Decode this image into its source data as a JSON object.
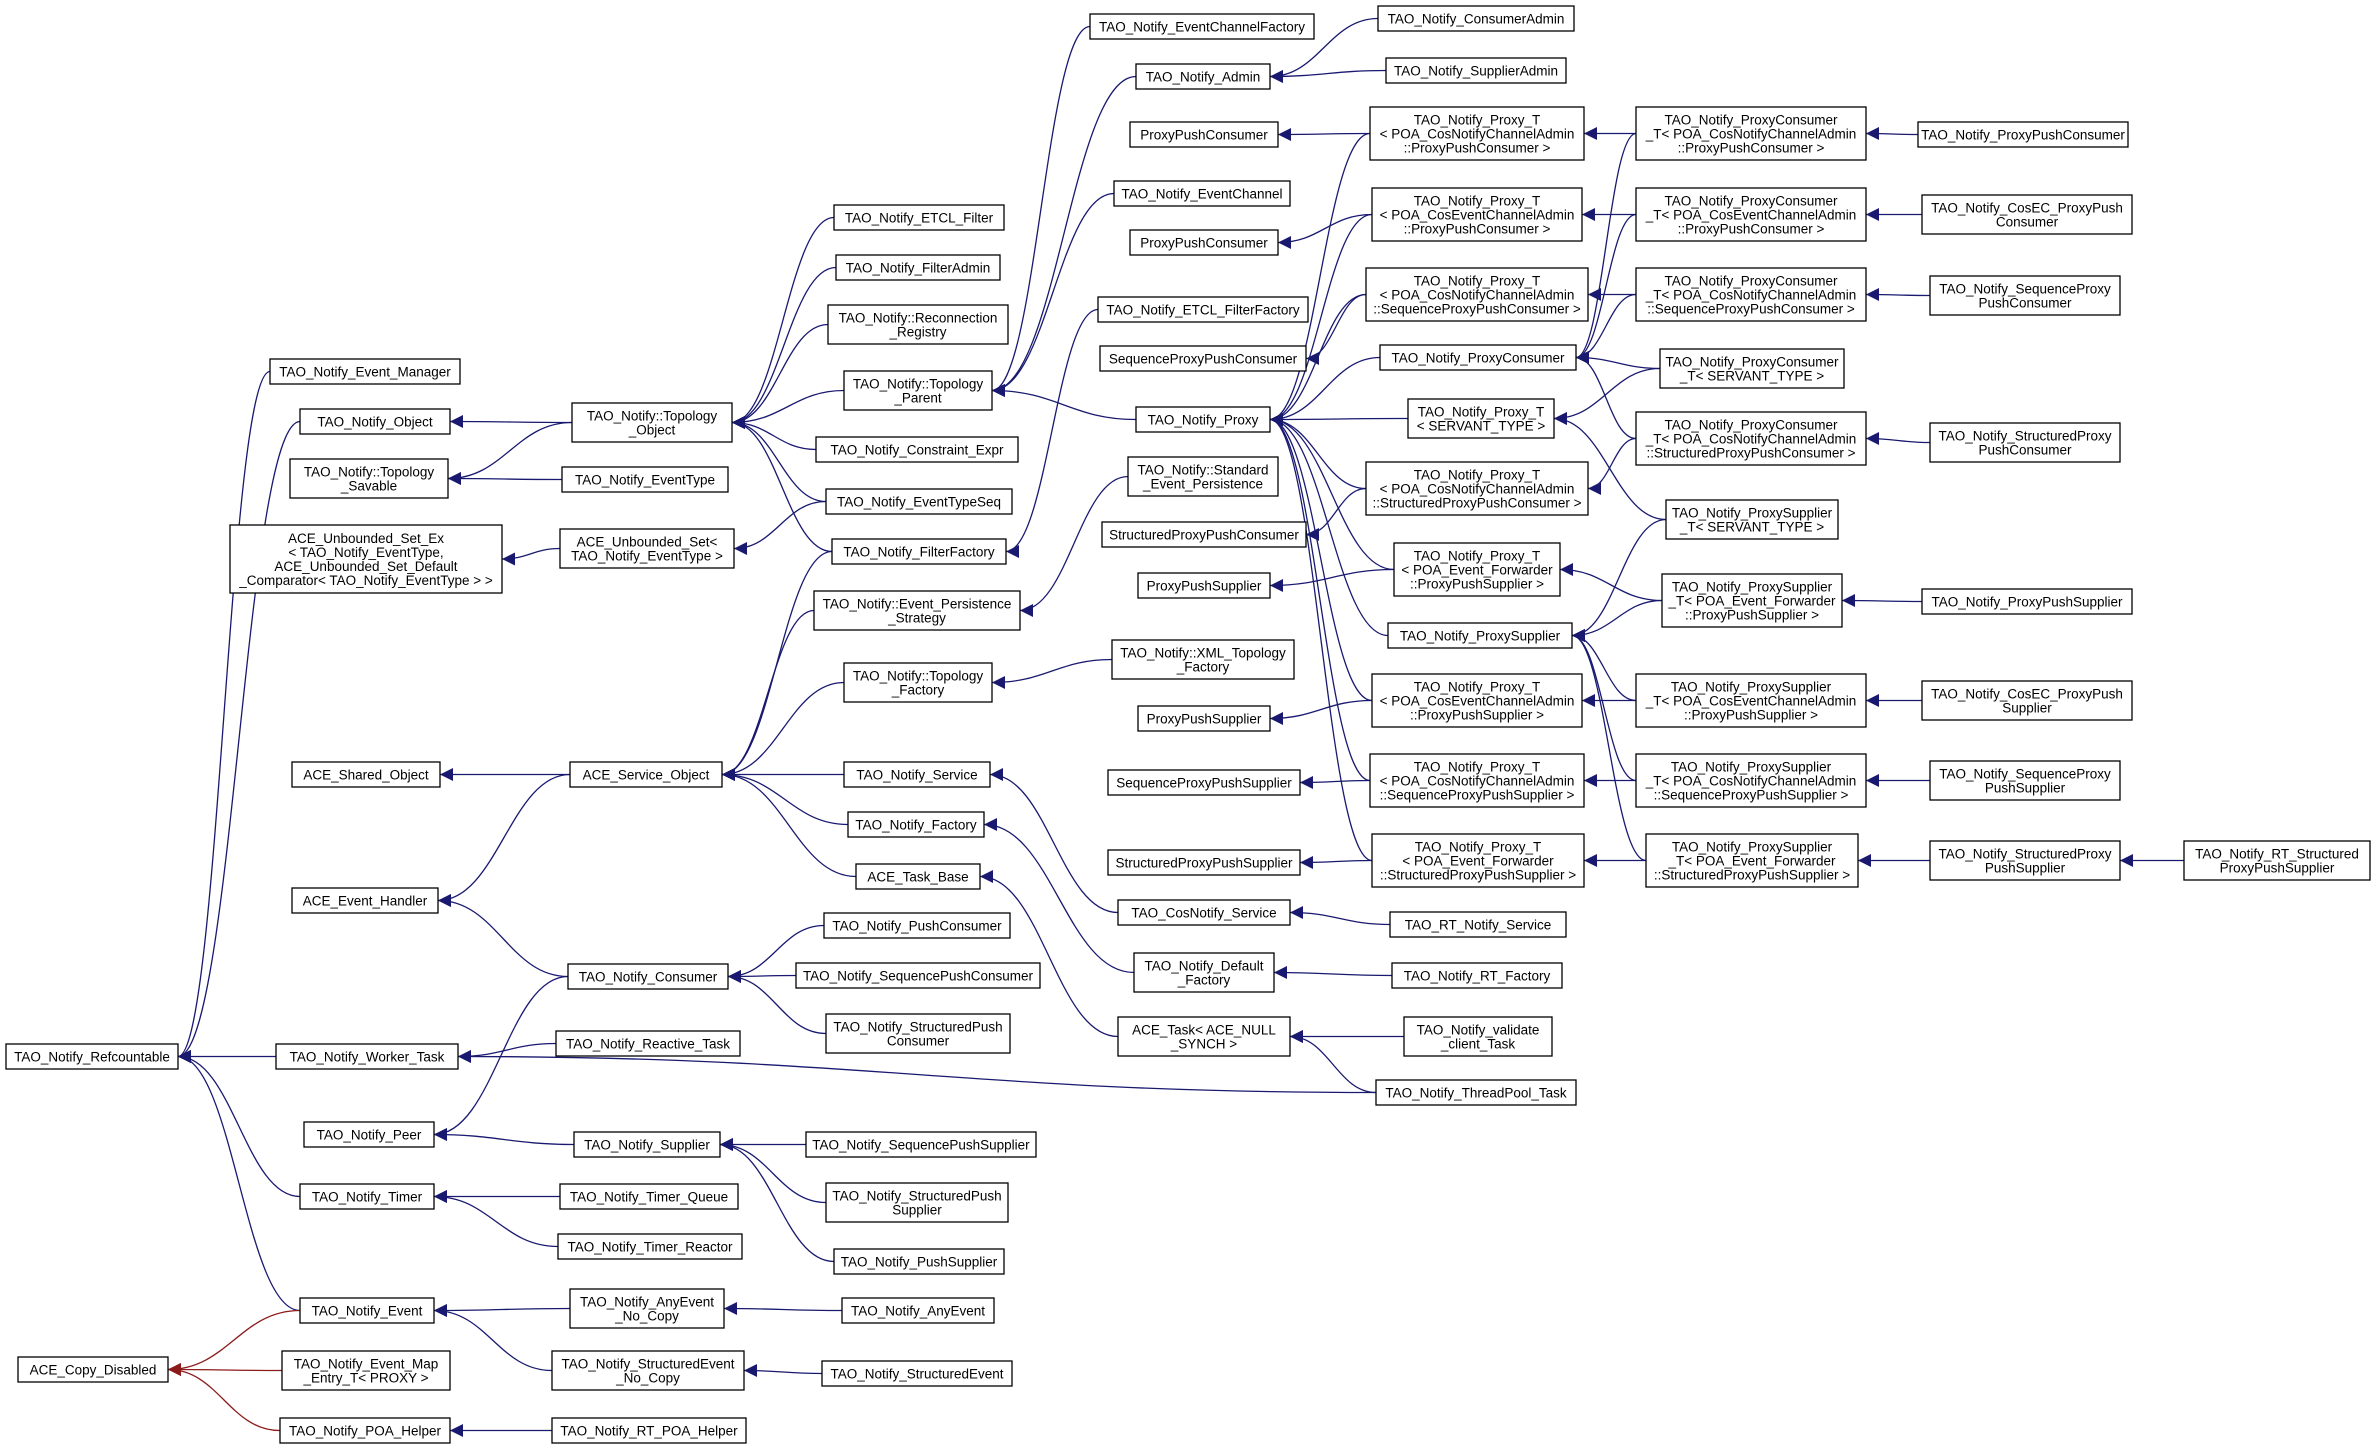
{
  "colors": {
    "inherit": "#191970",
    "private": "#8b1a1a",
    "node_border": "#000000",
    "background": "#ffffff"
  },
  "nodes": [
    {
      "id": "refcountable",
      "lines": [
        "TAO_Notify_Refcountable"
      ]
    },
    {
      "id": "copy_disabled",
      "lines": [
        "ACE_Copy_Disabled"
      ]
    },
    {
      "id": "event_manager",
      "lines": [
        "TAO_Notify_Event_Manager"
      ]
    },
    {
      "id": "object",
      "lines": [
        "TAO_Notify_Object"
      ]
    },
    {
      "id": "topology_savable",
      "lines": [
        "TAO_Notify::Topology",
        "_Savable"
      ]
    },
    {
      "id": "unbounded_set_ex",
      "lines": [
        "ACE_Unbounded_Set_Ex",
        "< TAO_Notify_EventType,",
        " ACE_Unbounded_Set_Default",
        "_Comparator< TAO_Notify_EventType > >"
      ]
    },
    {
      "id": "shared_object",
      "lines": [
        "ACE_Shared_Object"
      ]
    },
    {
      "id": "event_handler",
      "lines": [
        "ACE_Event_Handler"
      ]
    },
    {
      "id": "worker_task",
      "lines": [
        "TAO_Notify_Worker_Task"
      ]
    },
    {
      "id": "peer",
      "lines": [
        "TAO_Notify_Peer"
      ]
    },
    {
      "id": "timer",
      "lines": [
        "TAO_Notify_Timer"
      ]
    },
    {
      "id": "event",
      "lines": [
        "TAO_Notify_Event"
      ]
    },
    {
      "id": "event_map_entry",
      "lines": [
        "TAO_Notify_Event_Map",
        "_Entry_T< PROXY >"
      ]
    },
    {
      "id": "poa_helper",
      "lines": [
        "TAO_Notify_POA_Helper"
      ]
    },
    {
      "id": "topology_object",
      "lines": [
        "TAO_Notify::Topology",
        "_Object"
      ]
    },
    {
      "id": "eventtype",
      "lines": [
        "TAO_Notify_EventType"
      ]
    },
    {
      "id": "unbounded_set",
      "lines": [
        "ACE_Unbounded_Set<",
        " TAO_Notify_EventType >"
      ]
    },
    {
      "id": "service_object",
      "lines": [
        "ACE_Service_Object"
      ]
    },
    {
      "id": "consumer",
      "lines": [
        "TAO_Notify_Consumer"
      ]
    },
    {
      "id": "reactive_task",
      "lines": [
        "TAO_Notify_Reactive_Task"
      ]
    },
    {
      "id": "supplier",
      "lines": [
        "TAO_Notify_Supplier"
      ]
    },
    {
      "id": "timer_queue",
      "lines": [
        "TAO_Notify_Timer_Queue"
      ]
    },
    {
      "id": "timer_reactor",
      "lines": [
        "TAO_Notify_Timer_Reactor"
      ]
    },
    {
      "id": "anyevent_nocopy",
      "lines": [
        "TAO_Notify_AnyEvent",
        "_No_Copy"
      ]
    },
    {
      "id": "structuredevent_nocopy",
      "lines": [
        "TAO_Notify_StructuredEvent",
        "_No_Copy"
      ]
    },
    {
      "id": "rt_poa_helper",
      "lines": [
        "TAO_Notify_RT_POA_Helper"
      ]
    },
    {
      "id": "etcl_filter",
      "lines": [
        "TAO_Notify_ETCL_Filter"
      ]
    },
    {
      "id": "filteradmin",
      "lines": [
        "TAO_Notify_FilterAdmin"
      ]
    },
    {
      "id": "reconnection_registry",
      "lines": [
        "TAO_Notify::Reconnection",
        "_Registry"
      ]
    },
    {
      "id": "topology_parent",
      "lines": [
        "TAO_Notify::Topology",
        "_Parent"
      ]
    },
    {
      "id": "constraint_expr",
      "lines": [
        "TAO_Notify_Constraint_Expr"
      ]
    },
    {
      "id": "eventtypeseq",
      "lines": [
        "TAO_Notify_EventTypeSeq"
      ]
    },
    {
      "id": "filterfactory",
      "lines": [
        "TAO_Notify_FilterFactory"
      ]
    },
    {
      "id": "event_persistence_strategy",
      "lines": [
        "TAO_Notify::Event_Persistence",
        "_Strategy"
      ]
    },
    {
      "id": "topology_factory",
      "lines": [
        "TAO_Notify::Topology",
        "_Factory"
      ]
    },
    {
      "id": "service",
      "lines": [
        "TAO_Notify_Service"
      ]
    },
    {
      "id": "factory",
      "lines": [
        "TAO_Notify_Factory"
      ]
    },
    {
      "id": "task_base",
      "lines": [
        "ACE_Task_Base"
      ]
    },
    {
      "id": "pushconsumer",
      "lines": [
        "TAO_Notify_PushConsumer"
      ]
    },
    {
      "id": "sequencepushconsumer",
      "lines": [
        "TAO_Notify_SequencePushConsumer"
      ]
    },
    {
      "id": "structuredpushconsumer",
      "lines": [
        "TAO_Notify_StructuredPush",
        "Consumer"
      ]
    },
    {
      "id": "sequencepushsupplier",
      "lines": [
        "TAO_Notify_SequencePushSupplier"
      ]
    },
    {
      "id": "structuredpushsupplier",
      "lines": [
        "TAO_Notify_StructuredPush",
        "Supplier"
      ]
    },
    {
      "id": "pushsupplier",
      "lines": [
        "TAO_Notify_PushSupplier"
      ]
    },
    {
      "id": "anyevent",
      "lines": [
        "TAO_Notify_AnyEvent"
      ]
    },
    {
      "id": "structuredevent",
      "lines": [
        "TAO_Notify_StructuredEvent"
      ]
    },
    {
      "id": "eventchannelfactory",
      "lines": [
        "TAO_Notify_EventChannelFactory"
      ]
    },
    {
      "id": "admin",
      "lines": [
        "TAO_Notify_Admin"
      ]
    },
    {
      "id": "eventchannel",
      "lines": [
        "TAO_Notify_EventChannel"
      ]
    },
    {
      "id": "etcl_filterfactory",
      "lines": [
        "TAO_Notify_ETCL_FilterFactory"
      ]
    },
    {
      "id": "proxy",
      "lines": [
        "TAO_Notify_Proxy"
      ]
    },
    {
      "id": "standard_event_persistence",
      "lines": [
        "TAO_Notify::Standard",
        "_Event_Persistence"
      ]
    },
    {
      "id": "xml_topology_factory",
      "lines": [
        "TAO_Notify::XML_Topology",
        "_Factory"
      ]
    },
    {
      "id": "cosnotify_service",
      "lines": [
        "TAO_CosNotify_Service"
      ]
    },
    {
      "id": "default_factory",
      "lines": [
        "TAO_Notify_Default",
        "_Factory"
      ]
    },
    {
      "id": "ace_task",
      "lines": [
        "ACE_Task< ACE_NULL",
        "_SYNCH >"
      ]
    },
    {
      "id": "ppc_a",
      "lines": [
        "ProxyPushConsumer"
      ]
    },
    {
      "id": "ppc_b",
      "lines": [
        "ProxyPushConsumer"
      ]
    },
    {
      "id": "sppc",
      "lines": [
        "SequenceProxyPushConsumer"
      ]
    },
    {
      "id": "stppc",
      "lines": [
        "StructuredProxyPushConsumer"
      ]
    },
    {
      "id": "pps_a",
      "lines": [
        "ProxyPushSupplier"
      ]
    },
    {
      "id": "pps_b",
      "lines": [
        "ProxyPushSupplier"
      ]
    },
    {
      "id": "spps",
      "lines": [
        "SequenceProxyPushSupplier"
      ]
    },
    {
      "id": "stpps",
      "lines": [
        "StructuredProxyPushSupplier"
      ]
    },
    {
      "id": "consumeradmin",
      "lines": [
        "TAO_Notify_ConsumerAdmin"
      ]
    },
    {
      "id": "supplieradmin",
      "lines": [
        "TAO_Notify_SupplierAdmin"
      ]
    },
    {
      "id": "proxy_t_cnca_ppc",
      "lines": [
        "TAO_Notify_Proxy_T",
        "< POA_CosNotifyChannelAdmin",
        "::ProxyPushConsumer >"
      ]
    },
    {
      "id": "proxy_t_ceca_ppc",
      "lines": [
        "TAO_Notify_Proxy_T",
        "< POA_CosEventChannelAdmin",
        "::ProxyPushConsumer >"
      ]
    },
    {
      "id": "proxy_t_cnca_sppc",
      "lines": [
        "TAO_Notify_Proxy_T",
        "< POA_CosNotifyChannelAdmin",
        "::SequenceProxyPushConsumer >"
      ]
    },
    {
      "id": "proxyconsumer",
      "lines": [
        "TAO_Notify_ProxyConsumer"
      ]
    },
    {
      "id": "proxy_t_servant",
      "lines": [
        "TAO_Notify_Proxy_T",
        "< SERVANT_TYPE >"
      ]
    },
    {
      "id": "proxy_t_cnca_stppc",
      "lines": [
        "TAO_Notify_Proxy_T",
        "< POA_CosNotifyChannelAdmin",
        "::StructuredProxyPushConsumer >"
      ]
    },
    {
      "id": "proxy_t_ef_pps",
      "lines": [
        "TAO_Notify_Proxy_T",
        "< POA_Event_Forwarder",
        "::ProxyPushSupplier >"
      ]
    },
    {
      "id": "proxysupplier",
      "lines": [
        "TAO_Notify_ProxySupplier"
      ]
    },
    {
      "id": "proxy_t_ceca_pps",
      "lines": [
        "TAO_Notify_Proxy_T",
        "< POA_CosEventChannelAdmin",
        "::ProxyPushSupplier >"
      ]
    },
    {
      "id": "proxy_t_cnca_spps",
      "lines": [
        "TAO_Notify_Proxy_T",
        "< POA_CosNotifyChannelAdmin",
        "::SequenceProxyPushSupplier >"
      ]
    },
    {
      "id": "proxy_t_ef_stpps",
      "lines": [
        "TAO_Notify_Proxy_T",
        "< POA_Event_Forwarder",
        "::StructuredProxyPushSupplier >"
      ]
    },
    {
      "id": "rt_notify_service",
      "lines": [
        "TAO_RT_Notify_Service"
      ]
    },
    {
      "id": "rt_factory",
      "lines": [
        "TAO_Notify_RT_Factory"
      ]
    },
    {
      "id": "validate_client_task",
      "lines": [
        "TAO_Notify_validate",
        "_client_Task"
      ]
    },
    {
      "id": "threadpool_task",
      "lines": [
        "TAO_Notify_ThreadPool_Task"
      ]
    },
    {
      "id": "pc_t_cnca_ppc",
      "lines": [
        "TAO_Notify_ProxyConsumer",
        "_T< POA_CosNotifyChannelAdmin",
        "::ProxyPushConsumer >"
      ]
    },
    {
      "id": "pc_t_ceca_ppc",
      "lines": [
        "TAO_Notify_ProxyConsumer",
        "_T< POA_CosEventChannelAdmin",
        "::ProxyPushConsumer >"
      ]
    },
    {
      "id": "pc_t_cnca_sppc",
      "lines": [
        "TAO_Notify_ProxyConsumer",
        "_T< POA_CosNotifyChannelAdmin",
        "::SequenceProxyPushConsumer >"
      ]
    },
    {
      "id": "pc_t_servant",
      "lines": [
        "TAO_Notify_ProxyConsumer",
        "_T< SERVANT_TYPE >"
      ]
    },
    {
      "id": "pc_t_cnca_stppc",
      "lines": [
        "TAO_Notify_ProxyConsumer",
        "_T< POA_CosNotifyChannelAdmin",
        "::StructuredProxyPushConsumer >"
      ]
    },
    {
      "id": "ps_t_servant",
      "lines": [
        "TAO_Notify_ProxySupplier",
        "_T< SERVANT_TYPE >"
      ]
    },
    {
      "id": "ps_t_ef_pps",
      "lines": [
        "TAO_Notify_ProxySupplier",
        "_T< POA_Event_Forwarder",
        "::ProxyPushSupplier >"
      ]
    },
    {
      "id": "ps_t_ceca_pps",
      "lines": [
        "TAO_Notify_ProxySupplier",
        "_T< POA_CosEventChannelAdmin",
        "::ProxyPushSupplier >"
      ]
    },
    {
      "id": "ps_t_cnca_spps",
      "lines": [
        "TAO_Notify_ProxySupplier",
        "_T< POA_CosNotifyChannelAdmin",
        "::SequenceProxyPushSupplier >"
      ]
    },
    {
      "id": "ps_t_ef_stpps",
      "lines": [
        "TAO_Notify_ProxySupplier",
        "_T< POA_Event_Forwarder",
        "::StructuredProxyPushSupplier >"
      ]
    },
    {
      "id": "proxypushconsumer",
      "lines": [
        "TAO_Notify_ProxyPushConsumer"
      ]
    },
    {
      "id": "cosec_proxypushconsumer",
      "lines": [
        "TAO_Notify_CosEC_ProxyPush",
        "Consumer"
      ]
    },
    {
      "id": "sequenceproxypushconsumer",
      "lines": [
        "TAO_Notify_SequenceProxy",
        "PushConsumer"
      ]
    },
    {
      "id": "structuredproxypushconsumer",
      "lines": [
        "TAO_Notify_StructuredProxy",
        "PushConsumer"
      ]
    },
    {
      "id": "proxypushsupplier",
      "lines": [
        "TAO_Notify_ProxyPushSupplier"
      ]
    },
    {
      "id": "cosec_proxypushsupplier",
      "lines": [
        "TAO_Notify_CosEC_ProxyPush",
        "Supplier"
      ]
    },
    {
      "id": "sequenceproxypushsupplier",
      "lines": [
        "TAO_Notify_SequenceProxy",
        "PushSupplier"
      ]
    },
    {
      "id": "structuredproxypushsupplier",
      "lines": [
        "TAO_Notify_StructuredProxy",
        "PushSupplier"
      ]
    },
    {
      "id": "rt_structuredproxypushsupplier",
      "lines": [
        "TAO_Notify_RT_Structured",
        "ProxyPushSupplier"
      ]
    }
  ],
  "edges": [
    [
      "refcountable",
      "event_manager"
    ],
    [
      "refcountable",
      "object"
    ],
    [
      "refcountable",
      "worker_task"
    ],
    [
      "refcountable",
      "timer"
    ],
    [
      "refcountable",
      "event"
    ],
    [
      "object",
      "topology_object"
    ],
    [
      "topology_savable",
      "topology_object"
    ],
    [
      "topology_savable",
      "eventtype"
    ],
    [
      "unbounded_set_ex",
      "unbounded_set"
    ],
    [
      "topology_object",
      "etcl_filter"
    ],
    [
      "topology_object",
      "filteradmin"
    ],
    [
      "topology_object",
      "reconnection_registry"
    ],
    [
      "topology_object",
      "topology_parent"
    ],
    [
      "topology_object",
      "constraint_expr"
    ],
    [
      "topology_object",
      "eventtypeseq"
    ],
    [
      "topology_object",
      "filterfactory"
    ],
    [
      "topology_parent",
      "eventchannelfactory"
    ],
    [
      "topology_parent",
      "admin"
    ],
    [
      "topology_parent",
      "eventchannel"
    ],
    [
      "topology_parent",
      "proxy"
    ],
    [
      "admin",
      "consumeradmin"
    ],
    [
      "admin",
      "supplieradmin"
    ],
    [
      "unbounded_set",
      "eventtypeseq"
    ],
    [
      "filterfactory",
      "etcl_filterfactory"
    ],
    [
      "shared_object",
      "service_object"
    ],
    [
      "event_handler",
      "service_object"
    ],
    [
      "event_handler",
      "consumer"
    ],
    [
      "service_object",
      "filterfactory"
    ],
    [
      "service_object",
      "event_persistence_strategy"
    ],
    [
      "service_object",
      "topology_factory"
    ],
    [
      "service_object",
      "service"
    ],
    [
      "service_object",
      "factory"
    ],
    [
      "service_object",
      "task_base"
    ],
    [
      "event_persistence_strategy",
      "standard_event_persistence"
    ],
    [
      "topology_factory",
      "xml_topology_factory"
    ],
    [
      "service",
      "cosnotify_service"
    ],
    [
      "factory",
      "default_factory"
    ],
    [
      "task_base",
      "ace_task"
    ],
    [
      "cosnotify_service",
      "rt_notify_service"
    ],
    [
      "default_factory",
      "rt_factory"
    ],
    [
      "ace_task",
      "validate_client_task"
    ],
    [
      "ace_task",
      "threadpool_task"
    ],
    [
      "consumer",
      "pushconsumer"
    ],
    [
      "consumer",
      "sequencepushconsumer"
    ],
    [
      "consumer",
      "structuredpushconsumer"
    ],
    [
      "worker_task",
      "reactive_task"
    ],
    [
      "worker_task",
      "threadpool_task"
    ],
    [
      "peer",
      "consumer"
    ],
    [
      "peer",
      "supplier"
    ],
    [
      "supplier",
      "sequencepushsupplier"
    ],
    [
      "supplier",
      "structuredpushsupplier"
    ],
    [
      "supplier",
      "pushsupplier"
    ],
    [
      "timer",
      "timer_queue"
    ],
    [
      "timer",
      "timer_reactor"
    ],
    [
      "event",
      "anyevent_nocopy"
    ],
    [
      "event",
      "structuredevent_nocopy"
    ],
    [
      "anyevent_nocopy",
      "anyevent"
    ],
    [
      "structuredevent_nocopy",
      "structuredevent"
    ],
    [
      "poa_helper",
      "rt_poa_helper"
    ],
    [
      "proxy",
      "proxy_t_cnca_ppc"
    ],
    [
      "proxy",
      "proxy_t_ceca_ppc"
    ],
    [
      "proxy",
      "proxy_t_cnca_sppc"
    ],
    [
      "proxy",
      "proxyconsumer"
    ],
    [
      "proxy",
      "proxy_t_servant"
    ],
    [
      "proxy",
      "proxy_t_cnca_stppc"
    ],
    [
      "proxy",
      "proxy_t_ef_pps"
    ],
    [
      "proxy",
      "proxysupplier"
    ],
    [
      "proxy",
      "proxy_t_ceca_pps"
    ],
    [
      "proxy",
      "proxy_t_cnca_spps"
    ],
    [
      "proxy",
      "proxy_t_ef_stpps"
    ],
    [
      "ppc_a",
      "proxy_t_cnca_ppc"
    ],
    [
      "ppc_b",
      "proxy_t_ceca_ppc"
    ],
    [
      "sppc",
      "proxy_t_cnca_sppc"
    ],
    [
      "stppc",
      "proxy_t_cnca_stppc"
    ],
    [
      "pps_a",
      "proxy_t_ef_pps"
    ],
    [
      "pps_b",
      "proxy_t_ceca_pps"
    ],
    [
      "spps",
      "proxy_t_cnca_spps"
    ],
    [
      "stpps",
      "proxy_t_ef_stpps"
    ],
    [
      "proxy_t_cnca_ppc",
      "pc_t_cnca_ppc"
    ],
    [
      "proxy_t_ceca_ppc",
      "pc_t_ceca_ppc"
    ],
    [
      "proxy_t_cnca_sppc",
      "pc_t_cnca_sppc"
    ],
    [
      "proxy_t_servant",
      "pc_t_servant"
    ],
    [
      "proxy_t_servant",
      "ps_t_servant"
    ],
    [
      "proxy_t_cnca_stppc",
      "pc_t_cnca_stppc"
    ],
    [
      "proxy_t_ef_pps",
      "ps_t_ef_pps"
    ],
    [
      "proxy_t_ceca_pps",
      "ps_t_ceca_pps"
    ],
    [
      "proxy_t_cnca_spps",
      "ps_t_cnca_spps"
    ],
    [
      "proxy_t_ef_stpps",
      "ps_t_ef_stpps"
    ],
    [
      "proxyconsumer",
      "pc_t_cnca_ppc"
    ],
    [
      "proxyconsumer",
      "pc_t_ceca_ppc"
    ],
    [
      "proxyconsumer",
      "pc_t_cnca_sppc"
    ],
    [
      "proxyconsumer",
      "pc_t_servant"
    ],
    [
      "proxyconsumer",
      "pc_t_cnca_stppc"
    ],
    [
      "proxysupplier",
      "ps_t_servant"
    ],
    [
      "proxysupplier",
      "ps_t_ef_pps"
    ],
    [
      "proxysupplier",
      "ps_t_ceca_pps"
    ],
    [
      "proxysupplier",
      "ps_t_cnca_spps"
    ],
    [
      "proxysupplier",
      "ps_t_ef_stpps"
    ],
    [
      "pc_t_cnca_ppc",
      "proxypushconsumer"
    ],
    [
      "pc_t_ceca_ppc",
      "cosec_proxypushconsumer"
    ],
    [
      "pc_t_cnca_sppc",
      "sequenceproxypushconsumer"
    ],
    [
      "pc_t_cnca_stppc",
      "structuredproxypushconsumer"
    ],
    [
      "ps_t_ef_pps",
      "proxypushsupplier"
    ],
    [
      "ps_t_ceca_pps",
      "cosec_proxypushsupplier"
    ],
    [
      "ps_t_cnca_spps",
      "sequenceproxypushsupplier"
    ],
    [
      "ps_t_ef_stpps",
      "structuredproxypushsupplier"
    ],
    [
      "structuredproxypushsupplier",
      "rt_structuredproxypushsupplier"
    ]
  ],
  "private_edges": [
    [
      "copy_disabled",
      "event"
    ],
    [
      "copy_disabled",
      "event_map_entry"
    ],
    [
      "copy_disabled",
      "poa_helper"
    ]
  ]
}
